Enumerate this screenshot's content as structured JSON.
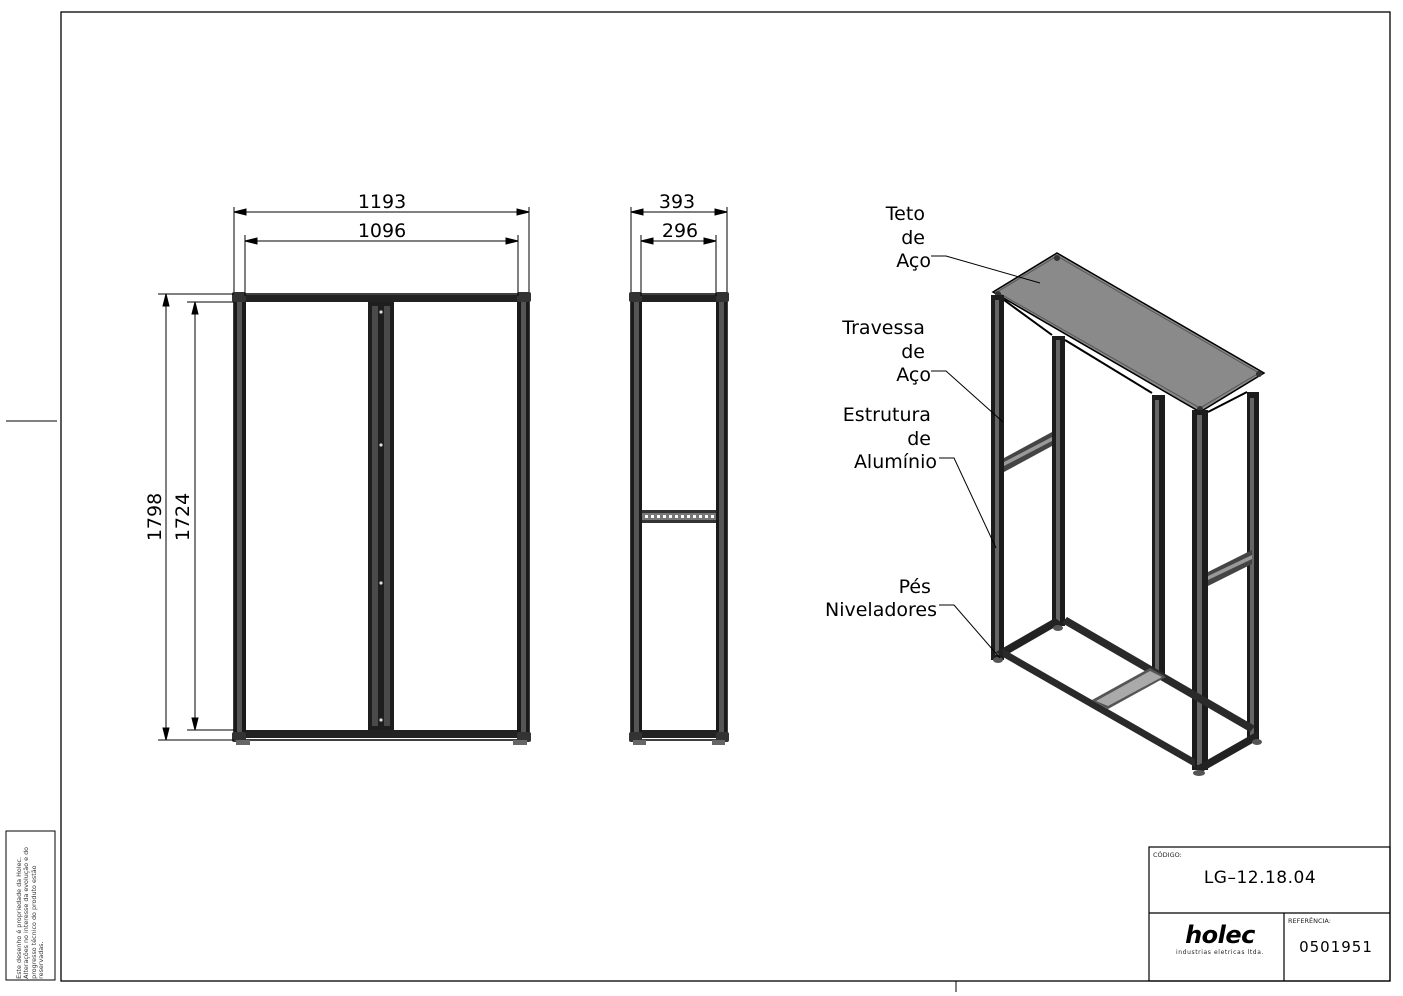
{
  "front_view": {
    "width_overall": "1193",
    "width_inner": "1096",
    "height_overall": "1798",
    "height_inner": "1724"
  },
  "side_view": {
    "depth_overall": "393",
    "depth_inner": "296"
  },
  "callouts": {
    "teto": [
      "Teto",
      "de",
      "Aço"
    ],
    "travessa": [
      "Travessa",
      "de",
      "Aço"
    ],
    "estrutura": [
      "Estrutura",
      "de",
      "Alumínio"
    ],
    "pes": [
      "Pés",
      "Niveladores"
    ]
  },
  "title_block": {
    "code_caption": "CÓDIGO:",
    "code": "LG–12.18.04",
    "ref_caption": "REFERÊNCIA:",
    "reference": "0501951",
    "logo_word": "holec",
    "logo_sub": "industrias eletricas ltda."
  },
  "side_note": "Este desenho é propriedade da Holec. Alterações no interesse da evolução e do progresso técnico do produto estão reservadas."
}
